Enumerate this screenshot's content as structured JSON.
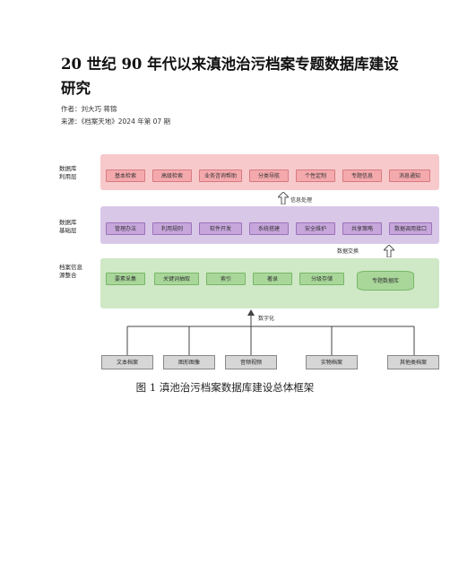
{
  "title": "20 世纪 90 年代以来滇池治污档案专题数据库建设研究",
  "author": "作者：刘大巧 蒋锦",
  "source": "来源：《档案天地》2024 年第 07 期",
  "figure": {
    "caption": "图 1 滇池治污档案数据库建设总体框架",
    "layers": {
      "app": {
        "label": "数据库\n利用层",
        "items": [
          "基本检索",
          "高级检索",
          "业务咨询帮助",
          "分类导航",
          "个性定制",
          "专题信息",
          "消息通知"
        ]
      },
      "base": {
        "label": "数据库\n基础层",
        "items": [
          "管理办法",
          "利用规则",
          "软件开发",
          "系统搭建",
          "安全维护",
          "共享策略",
          "数据调用接口"
        ]
      },
      "integ": {
        "label": "档案信息\n源整合",
        "items": [
          "要素采集",
          "关键词抽取",
          "索引",
          "著录",
          "分级存储"
        ],
        "db": "专题数据库"
      }
    },
    "annotations": {
      "info_process": "信息处理",
      "data_exchange": "数据交换",
      "digitize": "数字化"
    },
    "sources": [
      "文本档案",
      "图形图像",
      "音频视频",
      "实物档案",
      "其他类档案"
    ],
    "colors": {
      "app": "#f7c9cb",
      "base": "#d9c7e8",
      "integ": "#cfe8c6"
    }
  }
}
